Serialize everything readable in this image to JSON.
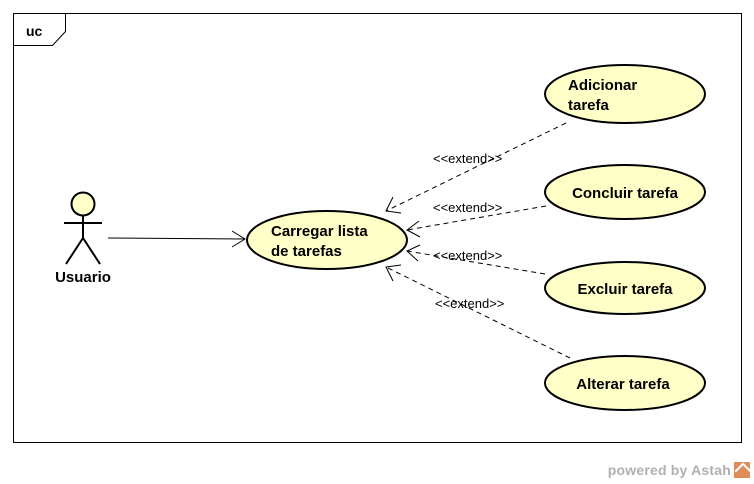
{
  "frame": {
    "label": "uc"
  },
  "actor": {
    "label": "Usuario"
  },
  "use_cases": [
    {
      "id": "carregar",
      "lines": [
        "Carregar lista",
        "de tarefas"
      ]
    },
    {
      "id": "adicionar",
      "lines": [
        "Adicionar",
        "tarefa"
      ]
    },
    {
      "id": "concluir",
      "lines": [
        "Concluir tarefa"
      ]
    },
    {
      "id": "excluir",
      "lines": [
        "Excluir tarefa"
      ]
    },
    {
      "id": "alterar",
      "lines": [
        "Alterar tarefa"
      ]
    }
  ],
  "relations": [
    {
      "type": "association",
      "from": "actor",
      "to": "carregar"
    },
    {
      "type": "extend",
      "from": "adicionar",
      "to": "carregar",
      "label": "<<extend>>"
    },
    {
      "type": "extend",
      "from": "concluir",
      "to": "carregar",
      "label": "<<extend>>"
    },
    {
      "type": "extend",
      "from": "excluir",
      "to": "carregar",
      "label": "<<extend>>"
    },
    {
      "type": "extend",
      "from": "alterar",
      "to": "carregar",
      "label": "<<extend>>"
    }
  ],
  "footer": {
    "text": "powered by Astah"
  },
  "colors": {
    "usecase_fill": "#ffffc8",
    "footer_text": "#b0b0b0",
    "logo": "#e08b5a"
  }
}
